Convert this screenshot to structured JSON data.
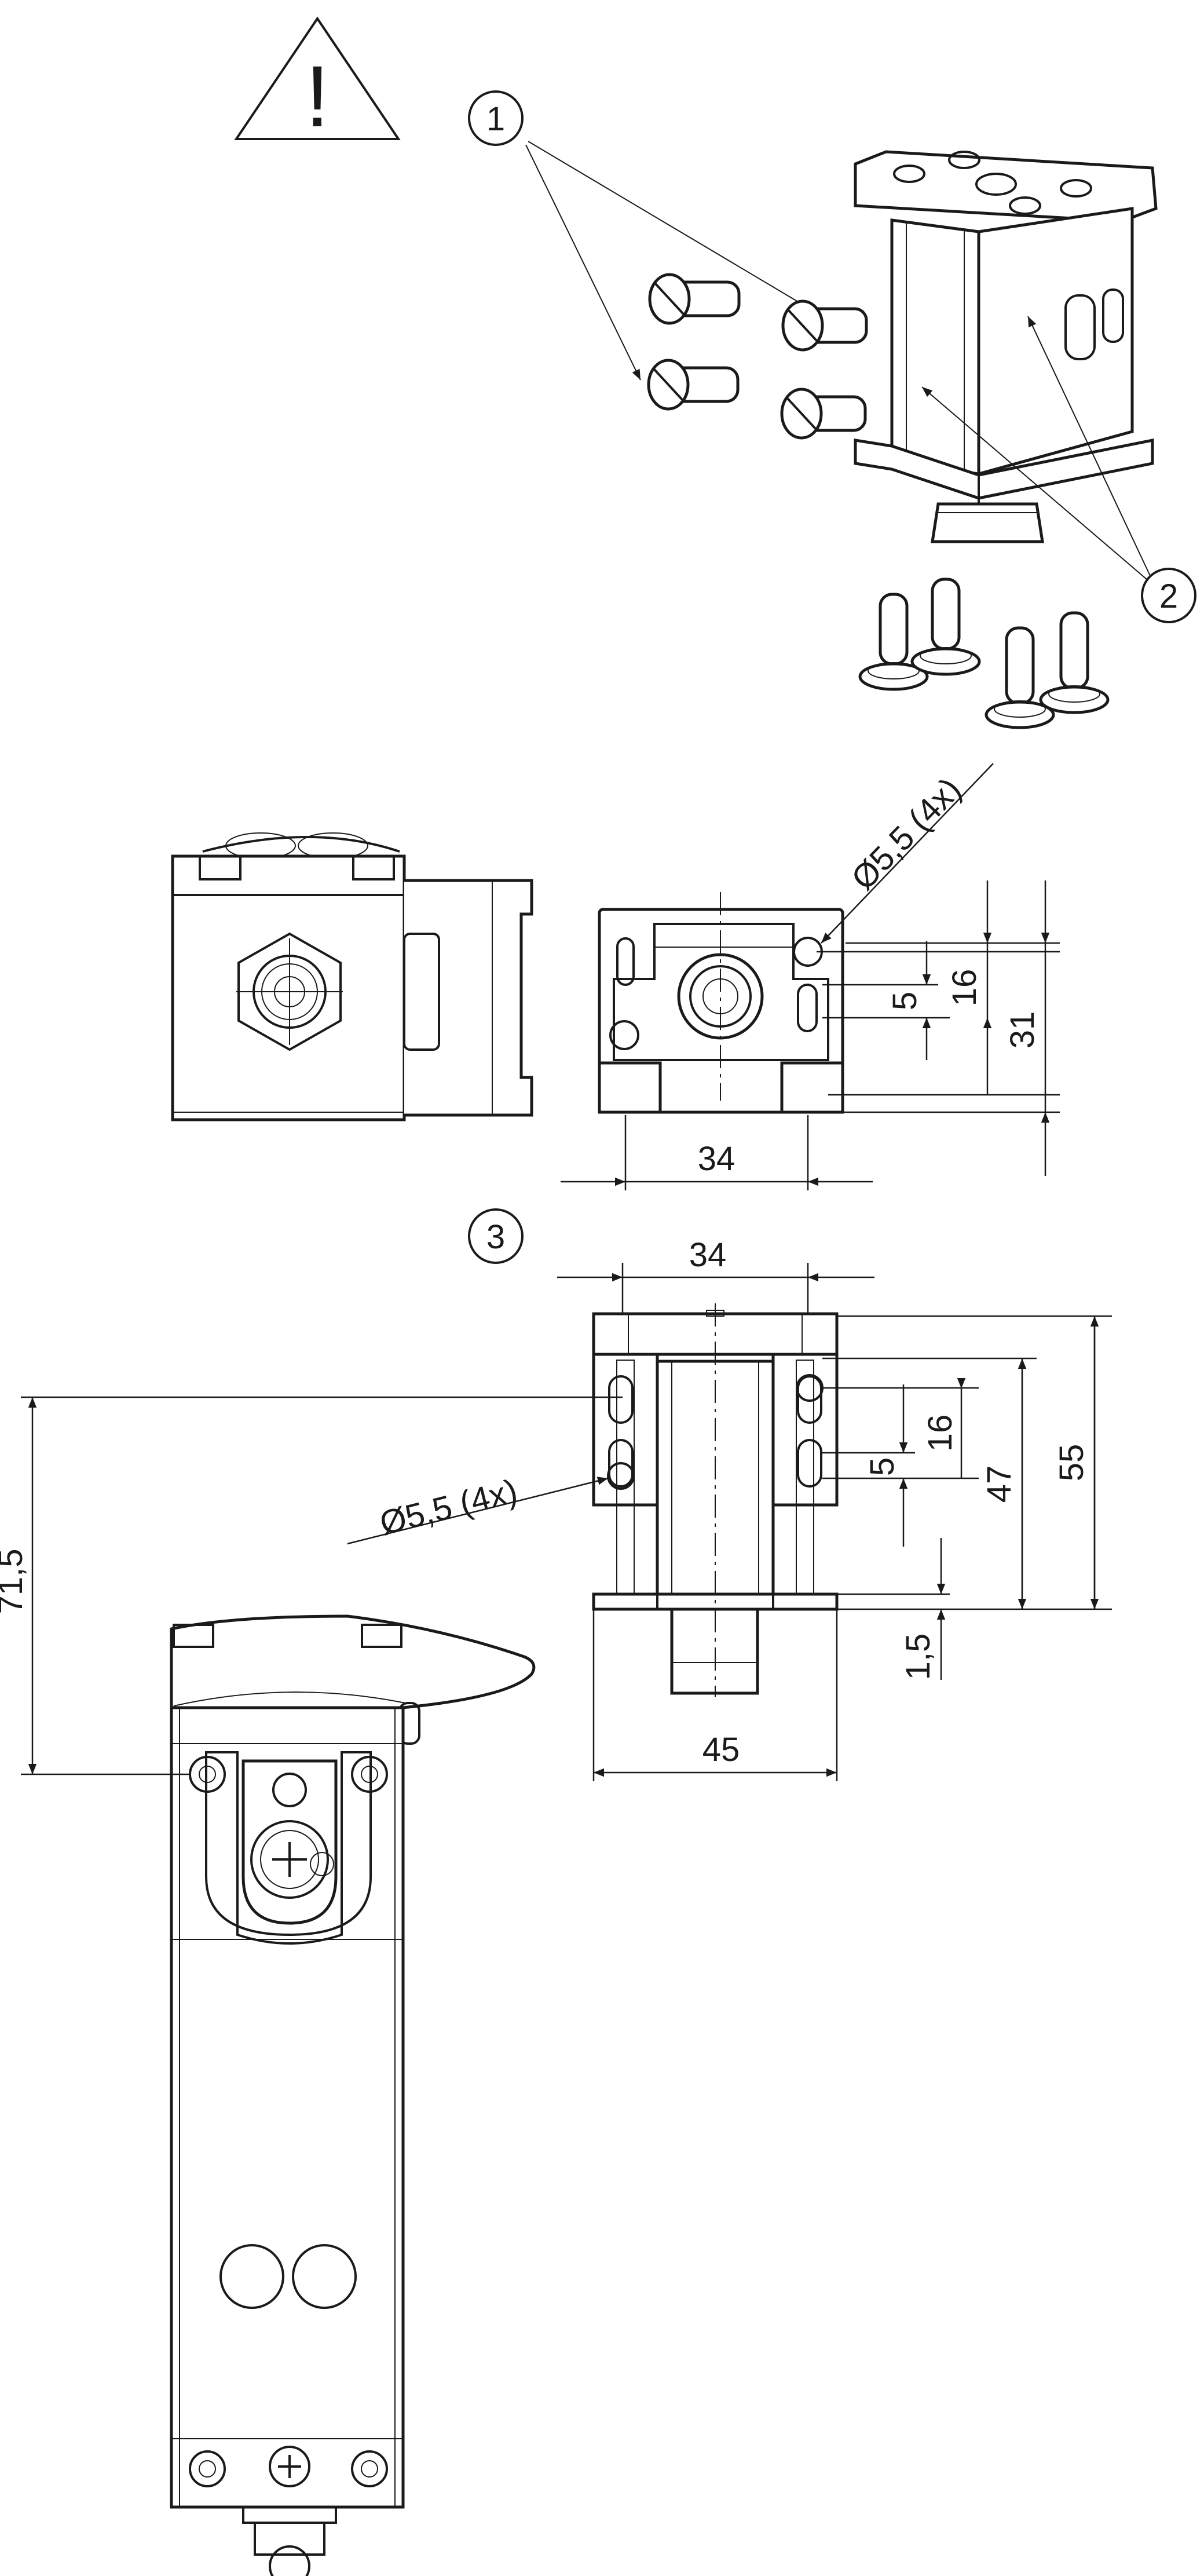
{
  "callouts": {
    "c1": "1",
    "c2": "2",
    "c3": "3"
  },
  "warning": {
    "symbol": "!"
  },
  "top_section_view": {
    "hole_label": "Ø5,5 (4x)",
    "width": "34",
    "slot_height": "5",
    "hole_offset": "16",
    "overall_height": "31"
  },
  "mount_plate_view": {
    "top_width": "34",
    "hole_label": "Ø5,5 (4x)",
    "slot_height": "5",
    "hole_offset": "16",
    "inner_height": "47",
    "overall_height": "55",
    "plate_thickness": "1,5",
    "base_width": "45"
  },
  "switch_view": {
    "height": "71,5"
  }
}
